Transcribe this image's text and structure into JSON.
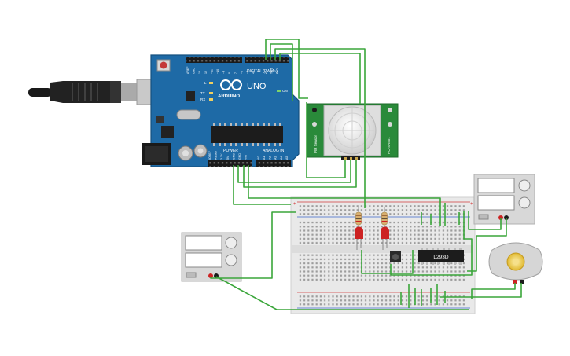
{
  "arduino": {
    "model": "UNO",
    "brand": "ARDUINO",
    "header_digital": "DIGITAL (PWM~)",
    "header_power": "POWER",
    "header_analog": "ANALOG IN",
    "led_l": "L",
    "led_tx": "TX",
    "led_rx": "RX",
    "led_on": "ON",
    "digital_pins": [
      "AREF",
      "GND",
      "13",
      "12",
      "~11",
      "~10",
      "~9",
      "8",
      "7",
      "~6",
      "~5",
      "4",
      "~3",
      "2",
      "TX 1",
      "RX 0"
    ],
    "power_pins": [
      "IOREF",
      "RESET",
      "3.3V",
      "5V",
      "GND",
      "GND",
      "VIN"
    ],
    "analog_pins": [
      "A0",
      "A1",
      "A2",
      "A3",
      "A4",
      "A5"
    ]
  },
  "pir": {
    "label_left": "PIR Sensor",
    "label_right": "HC-SR501"
  },
  "chip": {
    "label": "L293D"
  },
  "colors": {
    "wire": "#3aa63a",
    "board": "#1e6aa6",
    "pir_board": "#2a8a3a",
    "breadboard": "#e9e9e9",
    "led": "#cc2222",
    "psu": "#d8d8d8"
  },
  "icons": [
    "usb-cable-icon",
    "dc-jack-icon",
    "reset-button-icon",
    "pushbutton-icon",
    "motor-icon"
  ]
}
